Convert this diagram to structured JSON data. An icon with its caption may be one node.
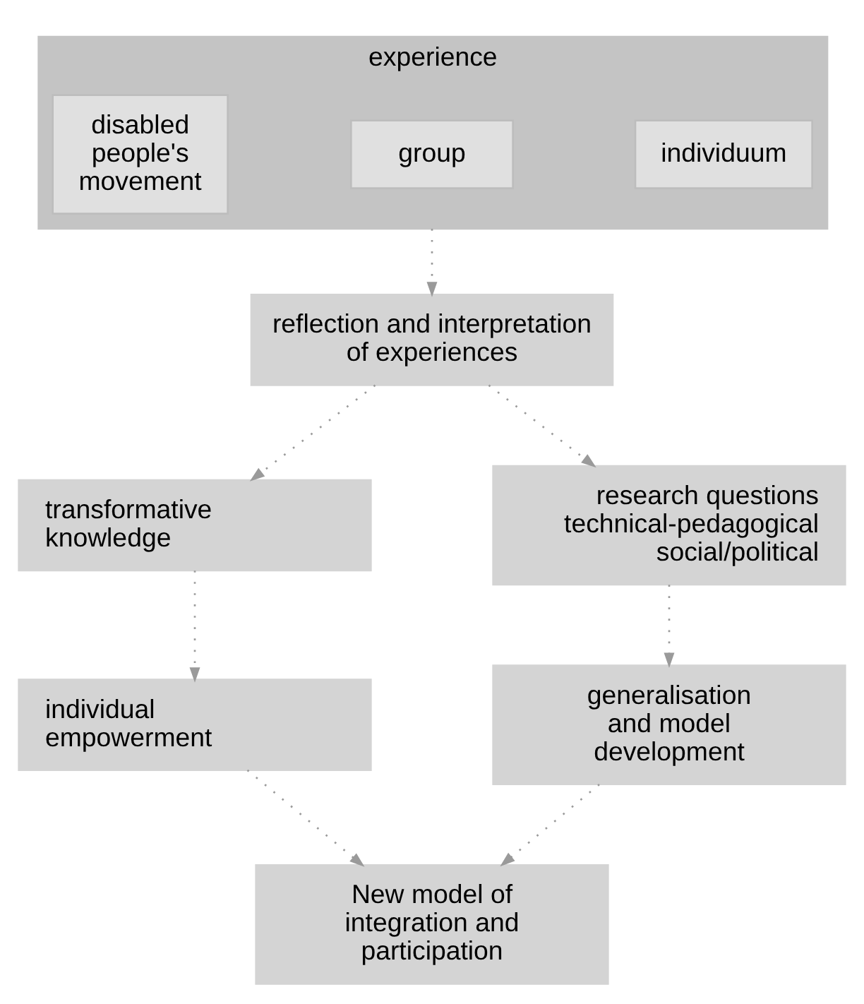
{
  "diagram": {
    "nodes": [
      {
        "text": [
          "experience"
        ]
      },
      {
        "text": [
          "individuum"
        ],
        "in": 0
      },
      {
        "text": [
          "group"
        ],
        "in": 0
      },
      {
        "text": [
          "disabled people's movement"
        ],
        "in": 0
      },
      {
        "text": [
          "reflection and interpretation of experiences"
        ]
      },
      {
        "text": [
          "transformative knowledge"
        ]
      },
      {
        "text": [
          "research questions technical-pedagogical social/political"
        ]
      },
      {
        "text": [
          "individual empowerment"
        ]
      },
      {
        "text": [
          "generalisation and model development"
        ]
      },
      {
        "text": [
          "New model of integration and participation"
        ]
      }
    ],
    "edges": [
      {
        "from": 0,
        "to": 4,
        "arrow": "to"
      },
      {
        "from": 4,
        "to": 5,
        "arrow": "to"
      },
      {
        "from": 4,
        "to": 6,
        "arrow": "to"
      },
      {
        "from": 5,
        "to": 7,
        "arrow": "to"
      },
      {
        "from": 6,
        "to": 8,
        "arrow": "to"
      },
      {
        "from": 7,
        "to": 9,
        "arrow": "to"
      },
      {
        "from": 8,
        "to": 9,
        "arrow": "to"
      }
    ]
  }
}
